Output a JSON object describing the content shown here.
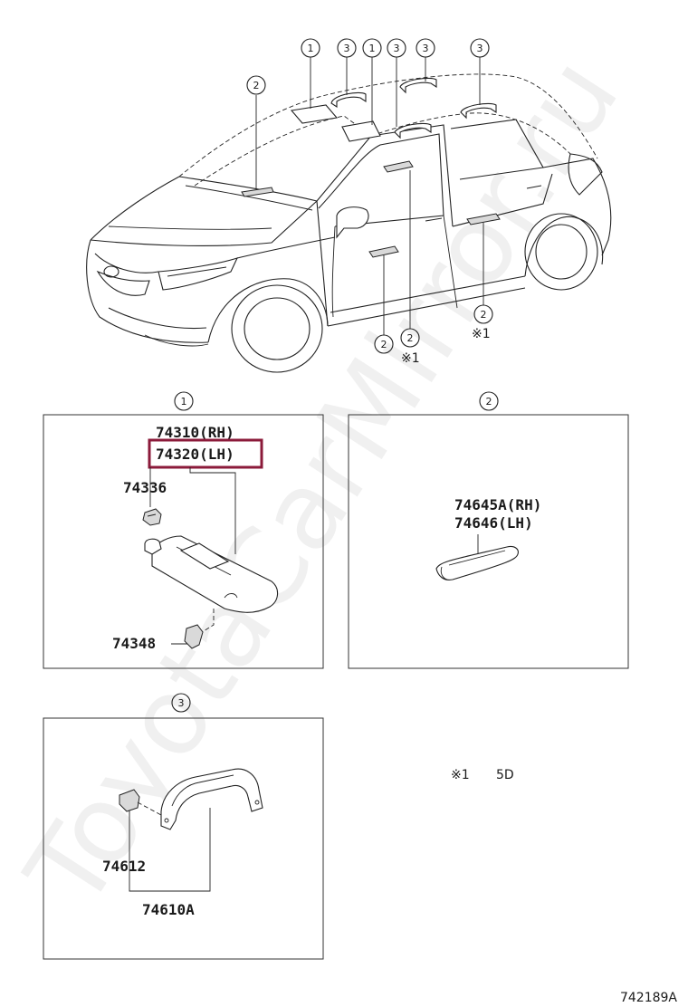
{
  "watermark": "ToyotaCarMirror.ru",
  "callouts": {
    "c1": "1",
    "c2": "2",
    "c3": "3"
  },
  "notes": {
    "asterisk1": "※1",
    "asterisk1_meaning": "5D"
  },
  "panel1": {
    "label": "1",
    "parts": {
      "visor_rh": "74310(RH)",
      "visor_lh": "74320(LH)",
      "holder": "74336",
      "clip": "74348"
    }
  },
  "panel2": {
    "label": "2",
    "parts": {
      "grip_rh": "74645A(RH)",
      "grip_lh": "74646(LH)"
    }
  },
  "panel3": {
    "label": "3",
    "parts": {
      "cover": "74612",
      "grip": "74610A"
    }
  },
  "footer": {
    "figure_code": "742189A"
  }
}
